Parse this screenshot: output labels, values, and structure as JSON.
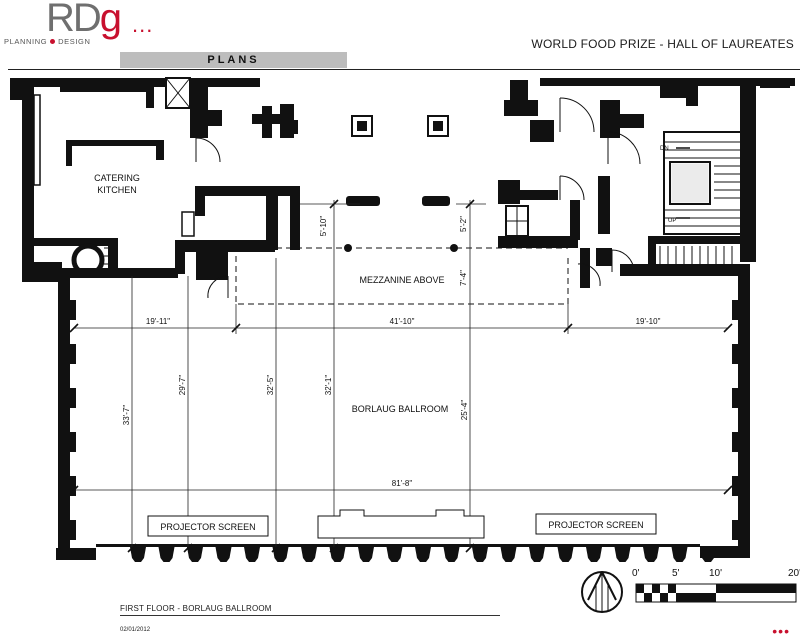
{
  "brand": {
    "name_prefix": "RD",
    "name_accent": "g",
    "trailing_dots": "...",
    "tagline_left": "PLANNING",
    "tagline_right": "DESIGN",
    "accent_color": "#c8102e"
  },
  "header": {
    "title": "WORLD FOOD PRIZE - HALL OF LAUREATES",
    "section_tab": "PLANS"
  },
  "rooms": {
    "catering_line1": "CATERING",
    "catering_line2": "KITCHEN",
    "mezzanine": "MEZZANINE ABOVE",
    "ballroom": "BORLAUG BALLROOM",
    "screen_left": "PROJECTOR SCREEN",
    "screen_right": "PROJECTOR SCREEN"
  },
  "stair_labels": {
    "down": "DN",
    "up": "UP"
  },
  "dimensions": {
    "left_span": "19'-11\"",
    "center_span": "41'-10\"",
    "right_span": "19'-10\"",
    "overall_width": "81'-8\"",
    "mezz_left_depth": "5'-10\"",
    "mezz_right_depth": "5'-2\"",
    "mezz_right_lower": "7'-4\"",
    "depth_a": "33'-7\"",
    "depth_b": "29'-7\"",
    "depth_c": "32'-5\"",
    "depth_d": "32'-1\"",
    "depth_e": "25'-4\""
  },
  "scale_bar": {
    "label_0": "0'",
    "label_5": "5'",
    "label_10": "10'",
    "label_20": "20'"
  },
  "footer": {
    "caption": "FIRST FLOOR - BORLAUG BALLROOM",
    "date": "02/01/2012",
    "dots": "•••"
  },
  "colors": {
    "wall": "#111111",
    "line": "#333333",
    "accent": "#c8102e",
    "tab_fill": "#bdbdbd"
  }
}
